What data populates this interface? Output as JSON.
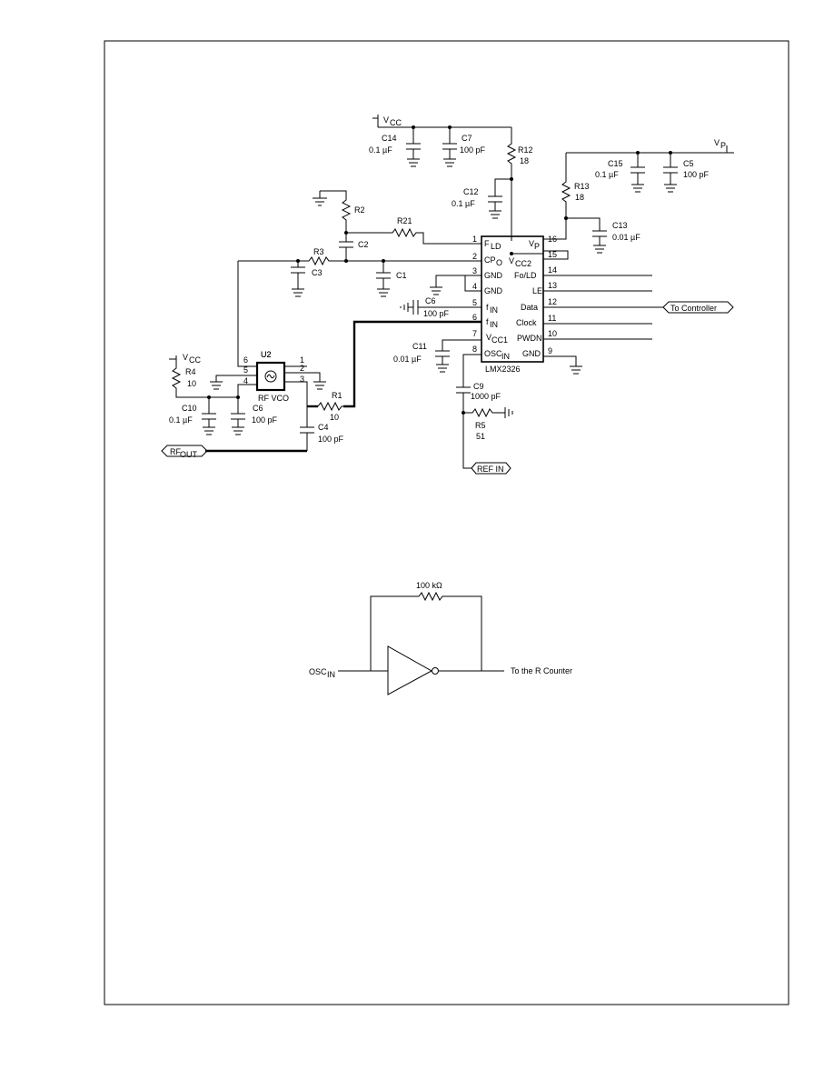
{
  "schematic": {
    "supplies": {
      "vcc_top": "V",
      "vcc_top_sub": "CC",
      "vp": "V",
      "vp_sub": "P",
      "vcc_left": "V",
      "vcc_left_sub": "CC"
    },
    "ic": {
      "name": "LMX2326",
      "left_pins": [
        {
          "num": "1",
          "label": "F",
          "sub": "LD"
        },
        {
          "num": "2",
          "label": "CP",
          "sub": "O"
        },
        {
          "num": "3",
          "label": "GND",
          "sub": ""
        },
        {
          "num": "4",
          "label": "GND",
          "sub": ""
        },
        {
          "num": "5",
          "label": "f",
          "sub": "IN"
        },
        {
          "num": "6",
          "label": "f",
          "sub": "IN"
        },
        {
          "num": "7",
          "label": "V",
          "sub": "CC1"
        },
        {
          "num": "8",
          "label": "OSC",
          "sub": "IN"
        }
      ],
      "right_pins": [
        {
          "num": "16",
          "label": "V",
          "sub": "P"
        },
        {
          "num": "15",
          "label": "V",
          "sub": "CC2"
        },
        {
          "num": "14",
          "label": "Fo/LD",
          "sub": ""
        },
        {
          "num": "13",
          "label": "LE",
          "sub": ""
        },
        {
          "num": "12",
          "label": "Data",
          "sub": ""
        },
        {
          "num": "11",
          "label": "Clock",
          "sub": ""
        },
        {
          "num": "10",
          "label": "PWDN",
          "sub": ""
        },
        {
          "num": "9",
          "label": "GND",
          "sub": ""
        }
      ]
    },
    "components": {
      "c14": {
        "ref": "C14",
        "value": "0.1 µF"
      },
      "c7": {
        "ref": "C7",
        "value": "100 pF"
      },
      "r12": {
        "ref": "R12",
        "value": "18"
      },
      "c12": {
        "ref": "C12",
        "value": "0.1 µF"
      },
      "c15": {
        "ref": "C15",
        "value": "0.1 µF"
      },
      "c5": {
        "ref": "C5",
        "value": "100 pF"
      },
      "r13": {
        "ref": "R13",
        "value": "18"
      },
      "c13": {
        "ref": "C13",
        "value": "0.01 µF"
      },
      "r2": {
        "ref": "R2",
        "value": ""
      },
      "r21": {
        "ref": "R21",
        "value": ""
      },
      "c2": {
        "ref": "C2",
        "value": ""
      },
      "r3": {
        "ref": "R3",
        "value": ""
      },
      "c3": {
        "ref": "C3",
        "value": ""
      },
      "c1": {
        "ref": "C1",
        "value": ""
      },
      "c6pin": {
        "ref": "C6",
        "value": "100 pF"
      },
      "c11": {
        "ref": "C11",
        "value": "0.01 µF"
      },
      "c9": {
        "ref": "C9",
        "value": "1000 pF"
      },
      "r5": {
        "ref": "R5",
        "value": "51"
      },
      "r4": {
        "ref": "R4",
        "value": "10"
      },
      "c10": {
        "ref": "C10",
        "value": "0.1 µF"
      },
      "c8": {
        "ref": "C6",
        "value": "100 pF"
      },
      "r1": {
        "ref": "R1",
        "value": "10"
      },
      "c4": {
        "ref": "C4",
        "value": "100 pF"
      },
      "u2": {
        "ref": "U2",
        "value": "RF VCO"
      }
    },
    "vco_pins": [
      "1",
      "2",
      "3",
      "4",
      "5",
      "6"
    ],
    "ports": {
      "controller": "To Controller",
      "rf_out": "RF",
      "rf_out_sub": "OUT",
      "ref_in": "REF IN"
    }
  },
  "inverter_diagram": {
    "resistor": "100 kΩ",
    "input": "OSC",
    "input_sub": "IN",
    "output": "To the R Counter"
  }
}
